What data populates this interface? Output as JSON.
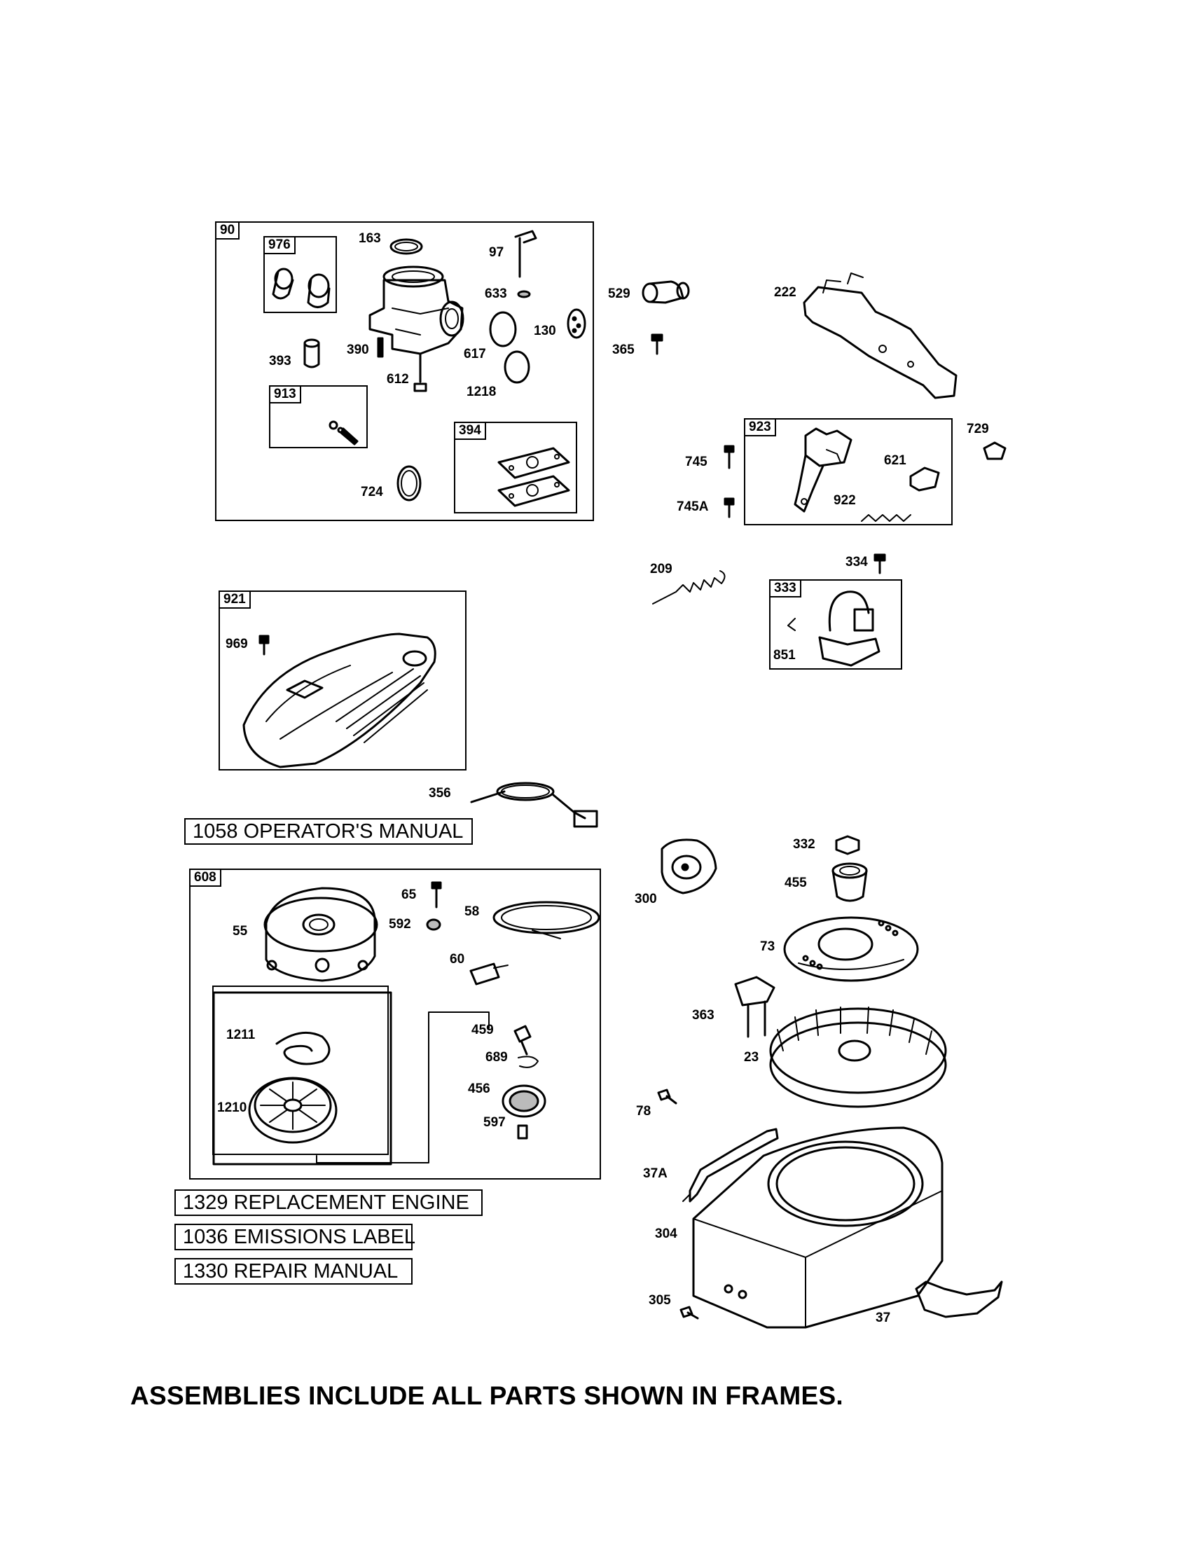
{
  "frames": {
    "carburetor": "90",
    "air_filter": "976",
    "valve_kit": "913",
    "gasket_set": "394",
    "control_bracket": "923",
    "ignition": "333",
    "blower_cover": "921",
    "rewind_starter": "608"
  },
  "callouts": {
    "p163": "163",
    "p97": "97",
    "p633": "633",
    "p130": "130",
    "p393": "393",
    "p390": "390",
    "p617": "617",
    "p612": "612",
    "p1218": "1218",
    "p724": "724",
    "p529": "529",
    "p365": "365",
    "p222": "222",
    "p745": "745",
    "p745a": "745A",
    "p621": "621",
    "p922": "922",
    "p729": "729",
    "p209": "209",
    "p334": "334",
    "p851": "851",
    "p969": "969",
    "p356": "356",
    "p65": "65",
    "p592": "592",
    "p58": "58",
    "p55": "55",
    "p60": "60",
    "p1211": "1211",
    "p1210": "1210",
    "p459": "459",
    "p689": "689",
    "p456": "456",
    "p597": "597",
    "p300": "300",
    "p332": "332",
    "p455": "455",
    "p73": "73",
    "p363": "363",
    "p23": "23",
    "p78": "78",
    "p37a": "37A",
    "p304": "304",
    "p305": "305",
    "p37": "37"
  },
  "notes": {
    "operators_manual": "1058 OPERATOR'S MANUAL",
    "replacement_engine": "1329 REPLACEMENT ENGINE",
    "emissions_label": "1036 EMISSIONS LABEL",
    "repair_manual": "1330 REPAIR MANUAL"
  },
  "footer": "ASSEMBLIES INCLUDE ALL PARTS SHOWN IN FRAMES."
}
